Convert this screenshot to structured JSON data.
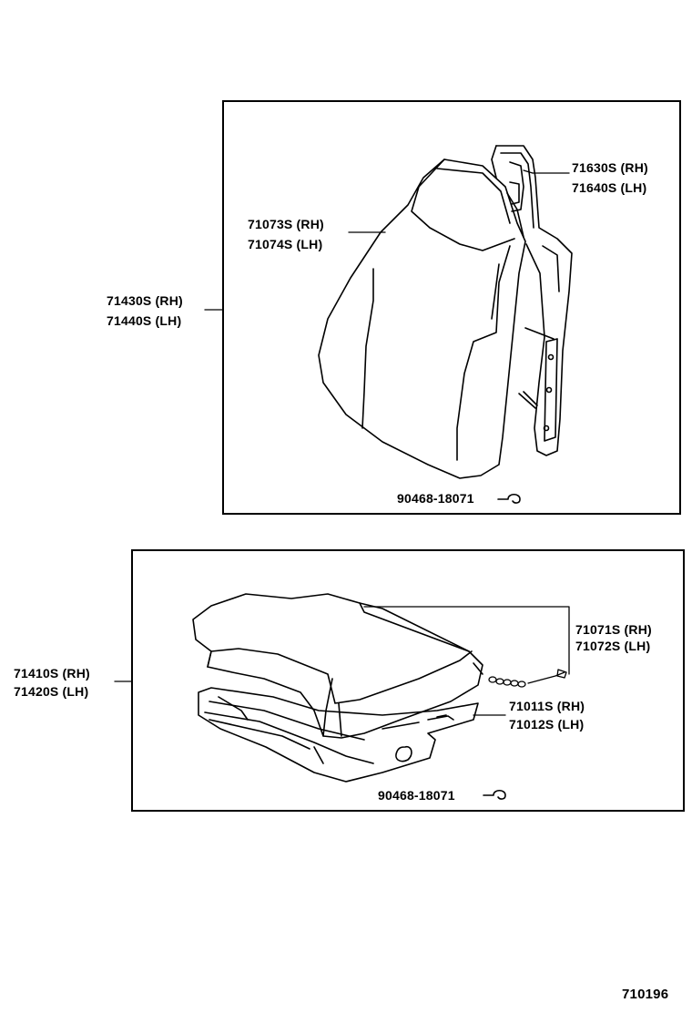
{
  "diagram_id": "710196",
  "backrest_box": {
    "assembly_rh": "71430S (RH)",
    "assembly_lh": "71440S (LH)",
    "cover_rh": "71073S (RH)",
    "cover_lh": "71074S (LH)",
    "frame_rh": "71630S (RH)",
    "frame_lh": "71640S (LH)",
    "hog_ring": "90468-18071"
  },
  "cushion_box": {
    "assembly_rh": "71410S (RH)",
    "assembly_lh": "71420S (LH)",
    "cover_rh": "71071S (RH)",
    "cover_lh": "71072S (LH)",
    "frame_rh": "71011S (RH)",
    "frame_lh": "71012S (LH)",
    "hog_ring": "90468-18071"
  }
}
